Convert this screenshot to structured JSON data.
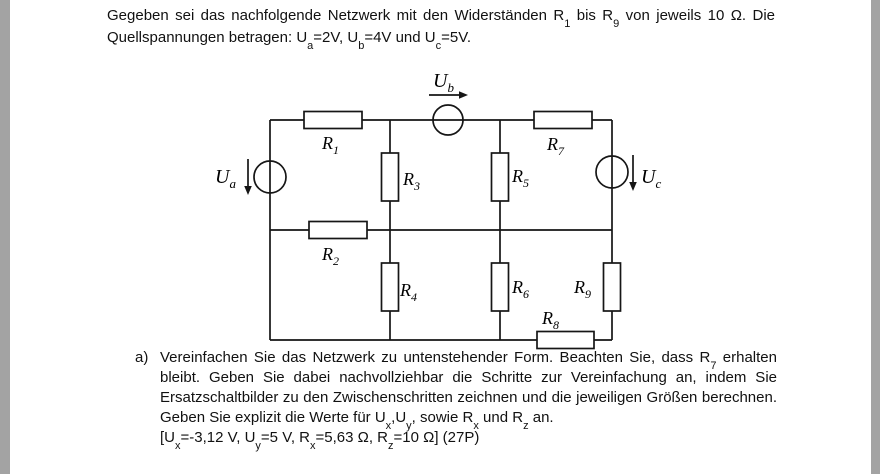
{
  "page": {
    "background": "#ffffff",
    "edge_color": "#a3a3a3"
  },
  "intro": {
    "html": "Gegeben sei das nachfolgende Netzwerk mit den Widerständen R<sub>1</sub> bis R<sub>9</sub> von jeweils 10 Ω. Die Quellspannungen betragen: U<sub>a</sub>=2V, U<sub>b</sub>=4V und U<sub>c</sub>=5V."
  },
  "task": {
    "marker": "a)",
    "body_html": "Vereinfachen Sie das Netzwerk zu untenstehender Form. Beachten Sie, dass R<sub>7</sub> erhalten bleibt. Geben Sie dabei nachvollziehbar die Schritte zur Vereinfachung an, indem Sie Ersatzschaltbilder zu den Zwischenschritten zeichnen und die jeweiligen Größen berechnen. Geben Sie explizit die Werte für U<sub>x</sub>,U<sub>y</sub>, sowie R<sub>x</sub> und R<sub>z</sub> an.",
    "note_html": "[U<sub>x</sub>=-3,12 V, U<sub>y</sub>=5 V, R<sub>x</sub>=5,63 Ω, R<sub>z</sub>=10 Ω] (27P)"
  },
  "circuit": {
    "labels": {
      "r1": {
        "base": "R",
        "sub": "1"
      },
      "r2": {
        "base": "R",
        "sub": "2"
      },
      "r3": {
        "base": "R",
        "sub": "3"
      },
      "r4": {
        "base": "R",
        "sub": "4"
      },
      "r5": {
        "base": "R",
        "sub": "5"
      },
      "r6": {
        "base": "R",
        "sub": "6"
      },
      "r7": {
        "base": "R",
        "sub": "7"
      },
      "r8": {
        "base": "R",
        "sub": "8"
      },
      "r9": {
        "base": "R",
        "sub": "9"
      },
      "ua": {
        "base": "U",
        "sub": "a"
      },
      "ub": {
        "base": "U",
        "sub": "b"
      },
      "uc": {
        "base": "U",
        "sub": "c"
      }
    }
  }
}
